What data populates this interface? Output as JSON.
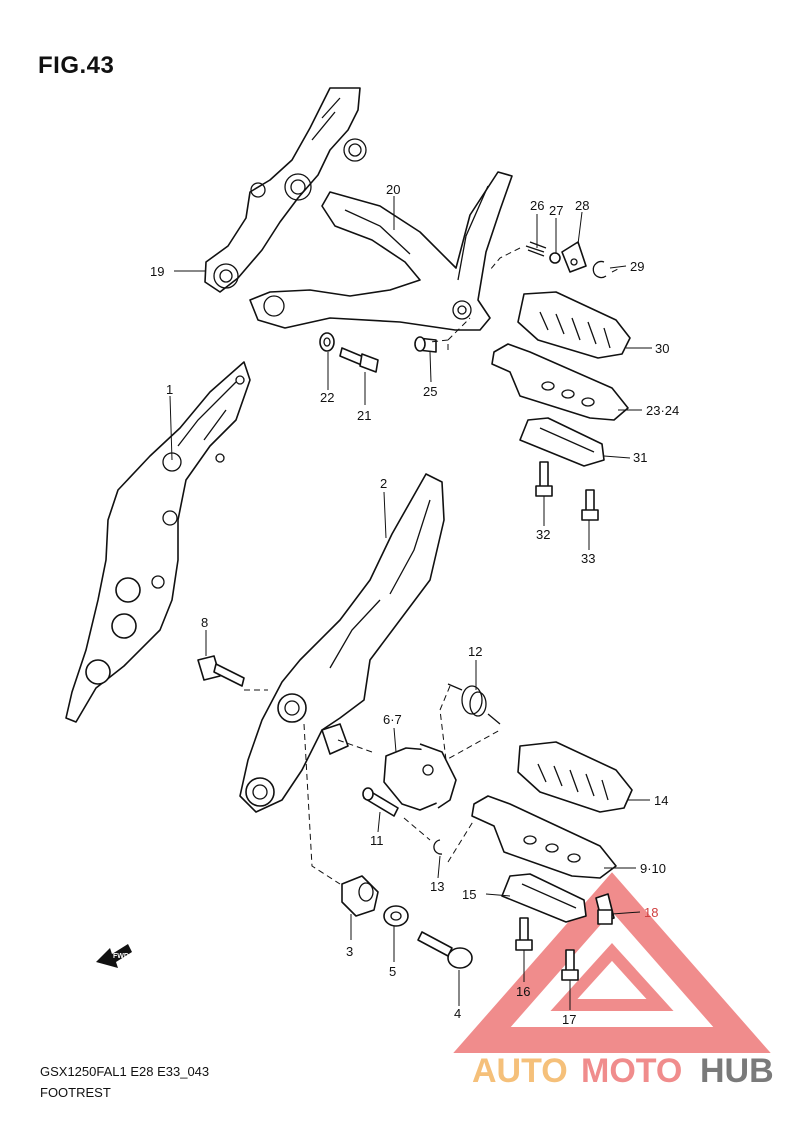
{
  "figure": {
    "title": "FIG.43",
    "model_code": "GSX1250FAL1 E28 E33_043",
    "section_name": "FOOTREST",
    "fwd_label": "FWD"
  },
  "watermark": {
    "brand_part_1": "AUTO",
    "brand_part_2": "MOTO",
    "brand_part_3": "HUB",
    "color_light": "#f5c07a",
    "color_mid": "#f08c8c",
    "color_dark": "#7a7a7a"
  },
  "callouts": [
    {
      "id": "c1",
      "label": "1"
    },
    {
      "id": "c2",
      "label": "2"
    },
    {
      "id": "c3",
      "label": "3"
    },
    {
      "id": "c4",
      "label": "4"
    },
    {
      "id": "c5",
      "label": "5"
    },
    {
      "id": "c67",
      "label": "6·7"
    },
    {
      "id": "c8",
      "label": "8"
    },
    {
      "id": "c910",
      "label": "9·10"
    },
    {
      "id": "c11",
      "label": "11"
    },
    {
      "id": "c12",
      "label": "12"
    },
    {
      "id": "c13",
      "label": "13"
    },
    {
      "id": "c14",
      "label": "14"
    },
    {
      "id": "c15",
      "label": "15"
    },
    {
      "id": "c16",
      "label": "16"
    },
    {
      "id": "c17",
      "label": "17"
    },
    {
      "id": "c18",
      "label": "18"
    },
    {
      "id": "c19",
      "label": "19"
    },
    {
      "id": "c20",
      "label": "20"
    },
    {
      "id": "c21",
      "label": "21"
    },
    {
      "id": "c22",
      "label": "22"
    },
    {
      "id": "c2324",
      "label": "23·24"
    },
    {
      "id": "c25",
      "label": "25"
    },
    {
      "id": "c26",
      "label": "26"
    },
    {
      "id": "c27",
      "label": "27"
    },
    {
      "id": "c28",
      "label": "28"
    },
    {
      "id": "c29",
      "label": "29"
    },
    {
      "id": "c30",
      "label": "30"
    },
    {
      "id": "c31",
      "label": "31"
    },
    {
      "id": "c32",
      "label": "32"
    },
    {
      "id": "c33",
      "label": "33"
    }
  ]
}
